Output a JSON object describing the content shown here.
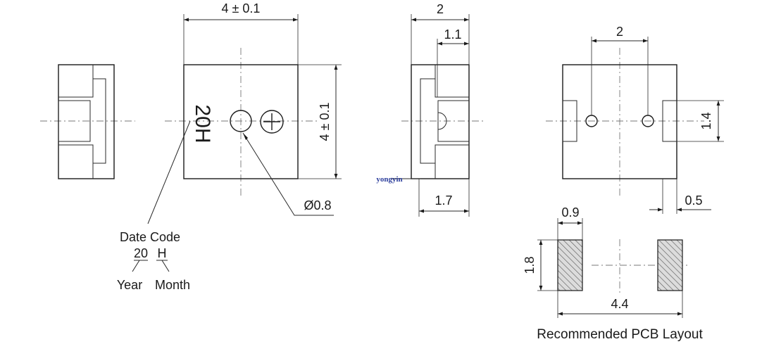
{
  "dimensions": {
    "top_width": "4 ± 0.1",
    "side_height": "4 ± 0.1",
    "side_width": "2",
    "side_inner": "1.1",
    "side_base": "1.7",
    "terminal_spacing": "2",
    "terminal_height": "1.4",
    "terminal_offset": "0.5",
    "hole_diameter": "Ø0.8"
  },
  "marking": {
    "code": "20H",
    "polarity_symbol": "⊕"
  },
  "date_code": {
    "title": "Date Code",
    "year_value": "20",
    "month_value": "H",
    "year_label": "Year",
    "month_label": "Month"
  },
  "pcb": {
    "pad_width": "0.9",
    "pad_height": "1.8",
    "span": "4.4",
    "caption": "Recommended PCB Layout"
  },
  "watermark": "yongyin"
}
